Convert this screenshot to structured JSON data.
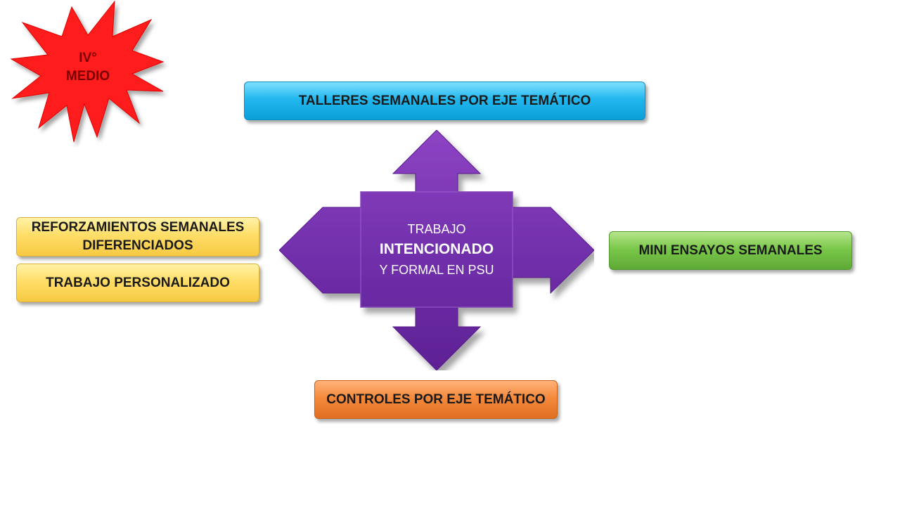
{
  "badge": {
    "line1": "IV°",
    "line2": "MEDIO",
    "color": "#ff1a1a"
  },
  "center": {
    "line1": "TRABAJO",
    "line2": "INTENCIONADO",
    "line3": "Y FORMAL EN PSU",
    "color": "#7a2fb0"
  },
  "boxes": {
    "top": {
      "label": "TALLERES  SEMANALES  POR EJE TEMÁTICO",
      "color": "#22b7ee"
    },
    "right": {
      "label": "MINI ENSAYOS SEMANALES",
      "color": "#7ac84a"
    },
    "left1": {
      "line1": "REFORZAMIENTOS  SEMANALES",
      "line2": "DIFERENCIADOS",
      "color": "#ffde68"
    },
    "left2": {
      "label": "TRABAJO PERSONALIZADO",
      "color": "#ffde68"
    },
    "bottom": {
      "label": "CONTROLES POR EJE TEMÁTICO",
      "color": "#f58a3c"
    }
  }
}
